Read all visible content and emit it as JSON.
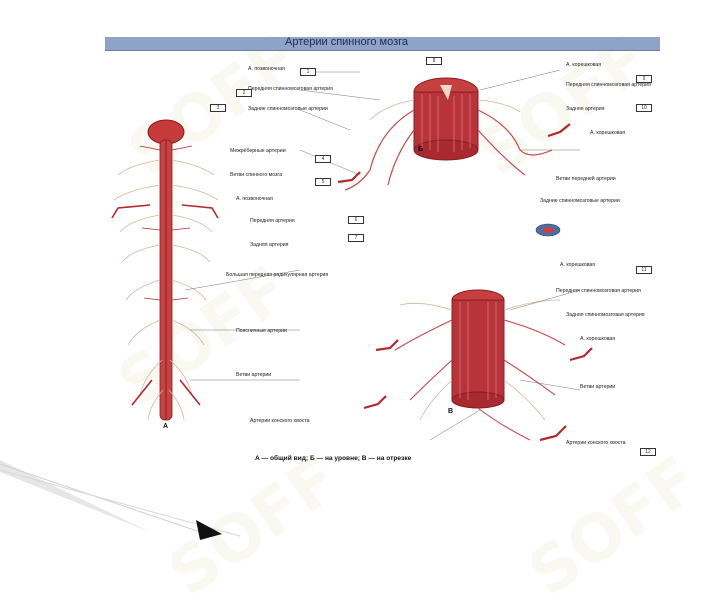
{
  "slide": {
    "title": "Артерии спинного мозга",
    "caption": "А — общий вид; Б — на уровне; В — на отрезке",
    "figure_letters": [
      "А",
      "Б",
      "В"
    ],
    "watermarks": [
      "SOFF",
      "SOFF",
      "SOFF",
      "SOFF",
      "SOFF"
    ]
  },
  "labels": {
    "left": [
      "А. позвоночная",
      "Передняя спинномозговая артерия",
      "Задние спинномозговые артерии",
      "Межрёберные артерии",
      "Ветви спинного мозга",
      "А. позвоночная",
      "Передняя артерия",
      "Задняя артерия",
      "Большая передняя радикулярная артерия",
      "Поясничные артерии",
      "Ветви артерии",
      "Артерии конского хвоста"
    ],
    "top_right": [
      "А. корешковая",
      "Передняя спинномозговая артерия",
      "Задняя артерия",
      "А. корешковая",
      "Ветви передней артерии",
      "Задние спинномозговые артерии"
    ],
    "bottom_right": [
      "А. корешковая",
      "Передняя спинномозговая артерия",
      "Задняя спинномозговая артерия",
      "А. корешковая",
      "Ветви артерии",
      "Артерии конского хвоста"
    ],
    "box_numbers": [
      "1",
      "2",
      "3",
      "4",
      "5",
      "6",
      "7",
      "8",
      "9",
      "10",
      "11",
      "12"
    ]
  },
  "colors": {
    "artery": "#b3272d",
    "artery_light": "#d85f5a",
    "nerve": "#e4b9a0",
    "title_bg": "#8fa3c9"
  }
}
